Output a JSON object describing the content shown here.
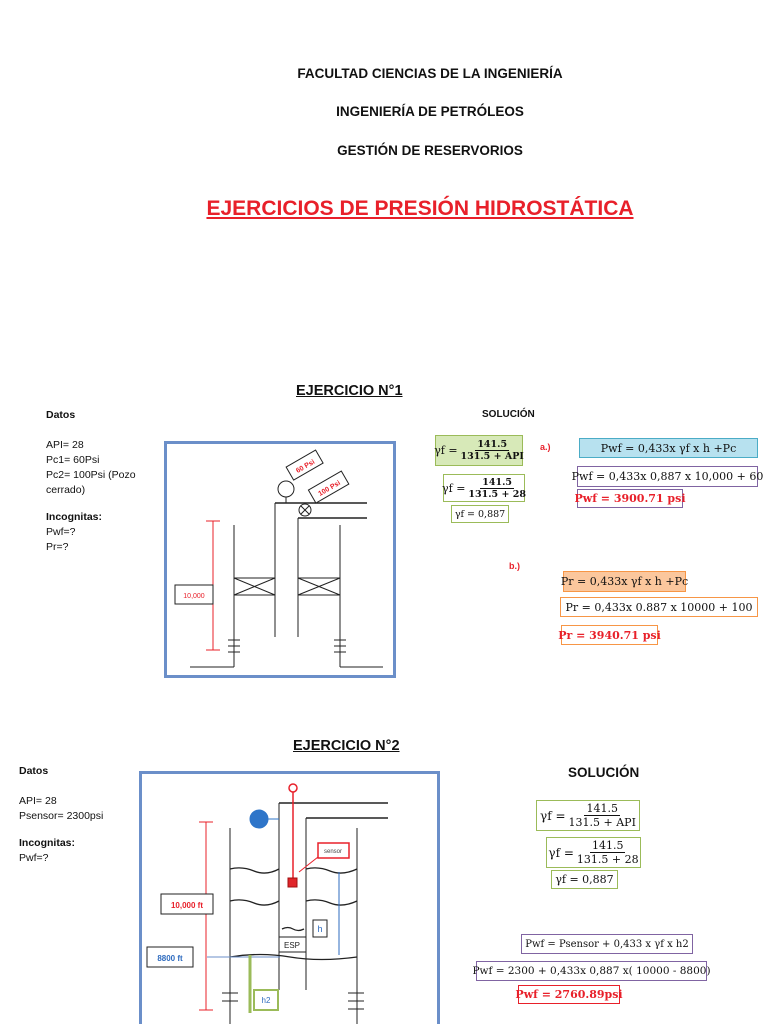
{
  "header": {
    "line1": "FACULTAD CIENCIAS DE LA INGENIERÍA",
    "line2": "INGENIERÍA DE PETRÓLEOS",
    "line3": "GESTIÓN DE RESERVORIOS",
    "title": "EJERCICIOS DE PRESIÓN HIDROSTÁTICA"
  },
  "ex1": {
    "heading": "EJERCICIO N°1",
    "datos_label": "Datos",
    "datos": [
      "API= 28",
      "Pc1= 60Psi",
      "Pc2= 100Psi (Pozo",
      "cerrado)"
    ],
    "incognitas_label": "Incognitas:",
    "incognitas": [
      "Pwf=?",
      "Pr=?"
    ],
    "solucion": "SOLUCIÓN",
    "diagram": {
      "depth": "10,000",
      "p1": "60 Psi",
      "p2": "100 Psi"
    },
    "gf_lhs": "γf =",
    "gf_num": "141.5",
    "gf_den": "131.5 + API",
    "gf_den2": "131.5 + 28",
    "gf_val": "γf = 0,887",
    "a_label": "a.)",
    "a_formula": "Pwf = 0,433x γf x h +Pc",
    "a_sub": "Pwf = 0,433x 0,887 x 10,000 + 60",
    "a_result": "Pwf = 3900.71 psi",
    "b_label": "b.)",
    "b_formula": "Pr = 0,433x γf x h +Pc",
    "b_sub": "Pr = 0,433x 0.887 x 10000 + 100",
    "b_result": "Pr = 3940.71 psi"
  },
  "ex2": {
    "heading": "EJERCICIO N°2",
    "datos_label": "Datos",
    "datos": [
      "API= 28",
      "Psensor= 2300psi"
    ],
    "incognitas_label": "Incognitas:",
    "incognitas": [
      "Pwf=?"
    ],
    "solucion": "SOLUCIÓN",
    "diagram": {
      "depth": "10,000 ft",
      "sensor_depth": "8800 ft",
      "sensor": "sensor",
      "esp": "ESP",
      "h": "h",
      "h2": "h2"
    },
    "gf_lhs": "γf =",
    "gf_num": "141.5",
    "gf_den": "131.5 + API",
    "gf_den2": "131.5 + 28",
    "gf_val": "γf = 0,887",
    "formula": "Pwf = Psensor + 0,433 x γf x h2",
    "sub": "Pwf = 2300 + 0,433x 0,887 x( 10000 - 8800)",
    "result": "Pwf = 2760.89psi"
  },
  "colors": {
    "accent_red": "#e8202a",
    "frame_blue": "#6b8fc9",
    "green": "#9bbb59",
    "purple": "#8064a2",
    "orange": "#f79646"
  }
}
